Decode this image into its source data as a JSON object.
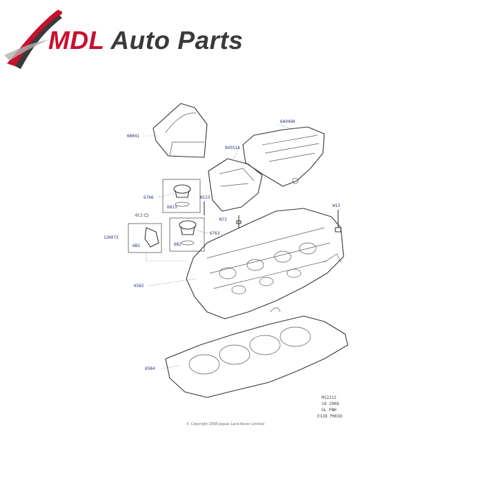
{
  "brand": {
    "name_part1": "MDL",
    "name_part2": "Auto Parts",
    "logo_icon": "swoosh-logo-icon",
    "accent_color": "#c8102e",
    "text_color": "#3a3a3a"
  },
  "diagram": {
    "callouts": {
      "engine_cover": "6N041",
      "rocker_cover_upper": "6A949A",
      "heat_shield": "9U551A",
      "oil_filler_cap": "6766",
      "filler_cap_seal": "6813",
      "bolt_right": "N123",
      "sensor_bolt": "6C2",
      "sensor": "12K073",
      "sensor_seal": "6B3",
      "breather_valve": "6763",
      "breather_seal": "6B2",
      "stud": "N72",
      "bolt_far_right": "W13",
      "cylinder_head_cover": "6582",
      "gasket": "6584"
    },
    "reference": [
      "M12212",
      "18 2008",
      "GL.PNH",
      "E128 PHEXO"
    ],
    "copyright": "© Copyright 2008 Jaguar Land Rover Limited"
  }
}
